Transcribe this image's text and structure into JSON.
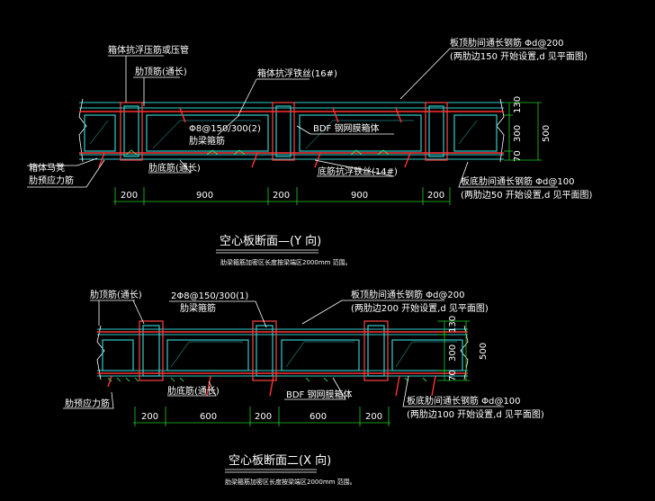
{
  "colors": {
    "background": "#000000",
    "slab_outline": "#33cccc",
    "rebar": "#ff3333",
    "dimension": "#22cc22",
    "text": "#ffffff"
  },
  "section1": {
    "labels": {
      "anti_float_pipe": "箱体抗浮压筋或压管",
      "top_rib_bar": "肋顶筋(通长)",
      "anti_float_wire": "箱体抗浮铁丝(16#)",
      "stirrup": "Φ8@150/300(2)",
      "rib_stirrup": "肋梁箍筋",
      "bdf_box": "BDF 钢网膜箱体",
      "box_stool": "箱体马凳",
      "prestress": "肋预应力筋",
      "bottom_rib_bar": "肋底筋(通长)",
      "anti_float_wire_bottom": "底筋抗浮铁丝(14#)",
      "top_slab_rebar": "板顶肋间通长钢筋 Φd@200",
      "top_slab_rebar_note": "(两肋边150 开始设置,d 见平面图)",
      "bottom_slab_rebar": "板底肋间通长钢筋 Φd@100",
      "bottom_slab_rebar_note": "(两肋边50 开始设置,d 见平面图)"
    },
    "dims_h": [
      "200",
      "900",
      "200",
      "900",
      "200"
    ],
    "dims_v": [
      "130",
      "300",
      "70"
    ],
    "dim_total": "500",
    "title": "空心板断面—(Y 向)",
    "note": "肋梁箍筋加密区长度按梁端区2000mm 范围。"
  },
  "section2": {
    "labels": {
      "top_rib_bar": "肋顶筋(通长)",
      "stirrup": "2Φ8@150/300(1)",
      "rib_stirrup": "肋梁箍筋",
      "top_slab_rebar": "板顶肋间通长钢筋 Φd@200",
      "top_slab_rebar_note": "(两肋边200 开始设置,d 见平面图)",
      "prestress": "肋预应力筋",
      "bottom_rib_bar": "肋底筋(通长)",
      "bdf_box": "BDF 钢网膜箱体",
      "bottom_slab_rebar": "板底肋间通长钢筋 Φd@100",
      "bottom_slab_rebar_note": "(两肋边100 开始设置,d 见平面图)"
    },
    "dims_h": [
      "200",
      "600",
      "200",
      "600",
      "200"
    ],
    "dims_v": [
      "130",
      "300",
      "70"
    ],
    "dim_total": "500",
    "title": "空心板断面二(X 向)",
    "note": "肋梁箍筋加密区长度按梁端区2000mm 范围。"
  }
}
